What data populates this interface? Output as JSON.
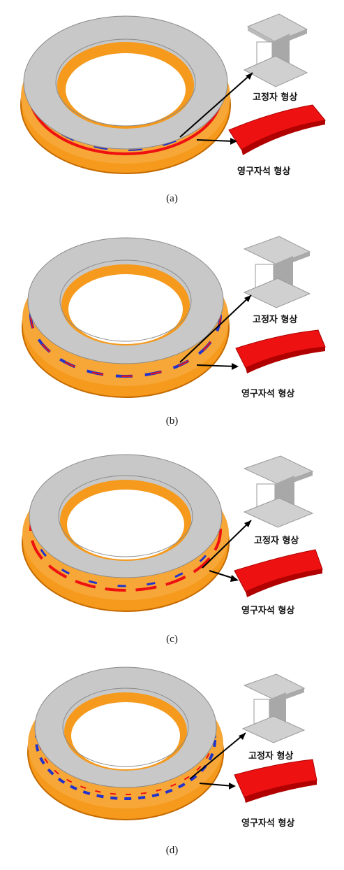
{
  "labels": {
    "stator_shape": "고정자 형상",
    "magnet_shape": "영구자석 형상"
  },
  "panels": [
    {
      "caption": "(a)"
    },
    {
      "caption": "(b)"
    },
    {
      "caption": "(c)"
    },
    {
      "caption": "(d)"
    }
  ],
  "colors": {
    "ring": "#c8c8c8",
    "ring_shadow": "#9a9a9a",
    "coil": "#f59a1c",
    "coil_dark": "#c56a00",
    "magnet_red": "#ee1111",
    "magnet_blue": "#2233cc",
    "stator": "#dcdcdc"
  }
}
